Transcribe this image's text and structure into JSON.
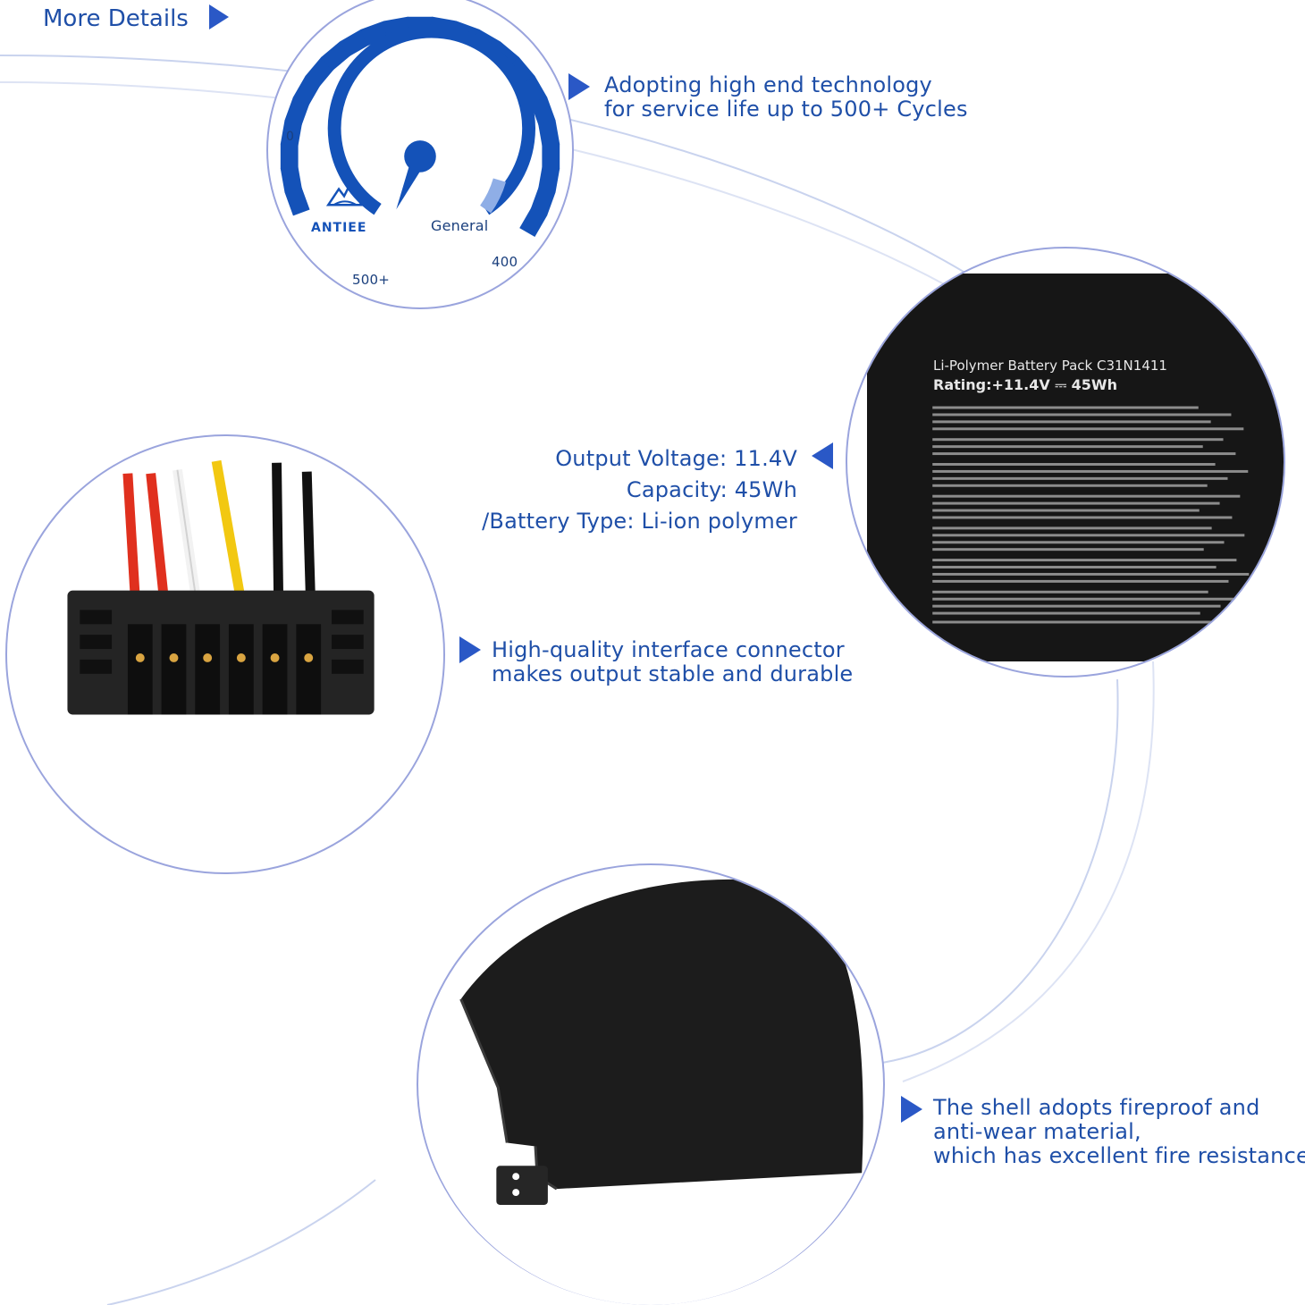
{
  "header": {
    "more_details": "More Details"
  },
  "gauge": {
    "scale_min": "0",
    "scale_mid": "400",
    "scale_max": "500+",
    "needle_label": "General",
    "brand": "ANTIEE"
  },
  "features": {
    "cycles": {
      "line1": "Adopting high end technology",
      "line2": "for service life up to 500+ Cycles"
    },
    "specs": {
      "line1": "Output Voltage: 11.4V",
      "line2": "Capacity: 45Wh",
      "line3": "/Battery Type: Li-ion polymer"
    },
    "connector": {
      "line1": "High-quality interface connector",
      "line2": "makes output stable and durable"
    },
    "shell": {
      "line1": "The shell adopts fireproof and",
      "line2": "anti-wear material,",
      "line3": "which has excellent fire resistance."
    }
  },
  "battery_label": {
    "title": "Li-Polymer Battery Pack C31N1411",
    "rating": "Rating:+11.4V ⎓ 45Wh"
  },
  "colors": {
    "accent": "#1f4fa8",
    "arrow": "#2a58c6",
    "ring": "#9aa4dd",
    "gauge": "#1452b8"
  }
}
